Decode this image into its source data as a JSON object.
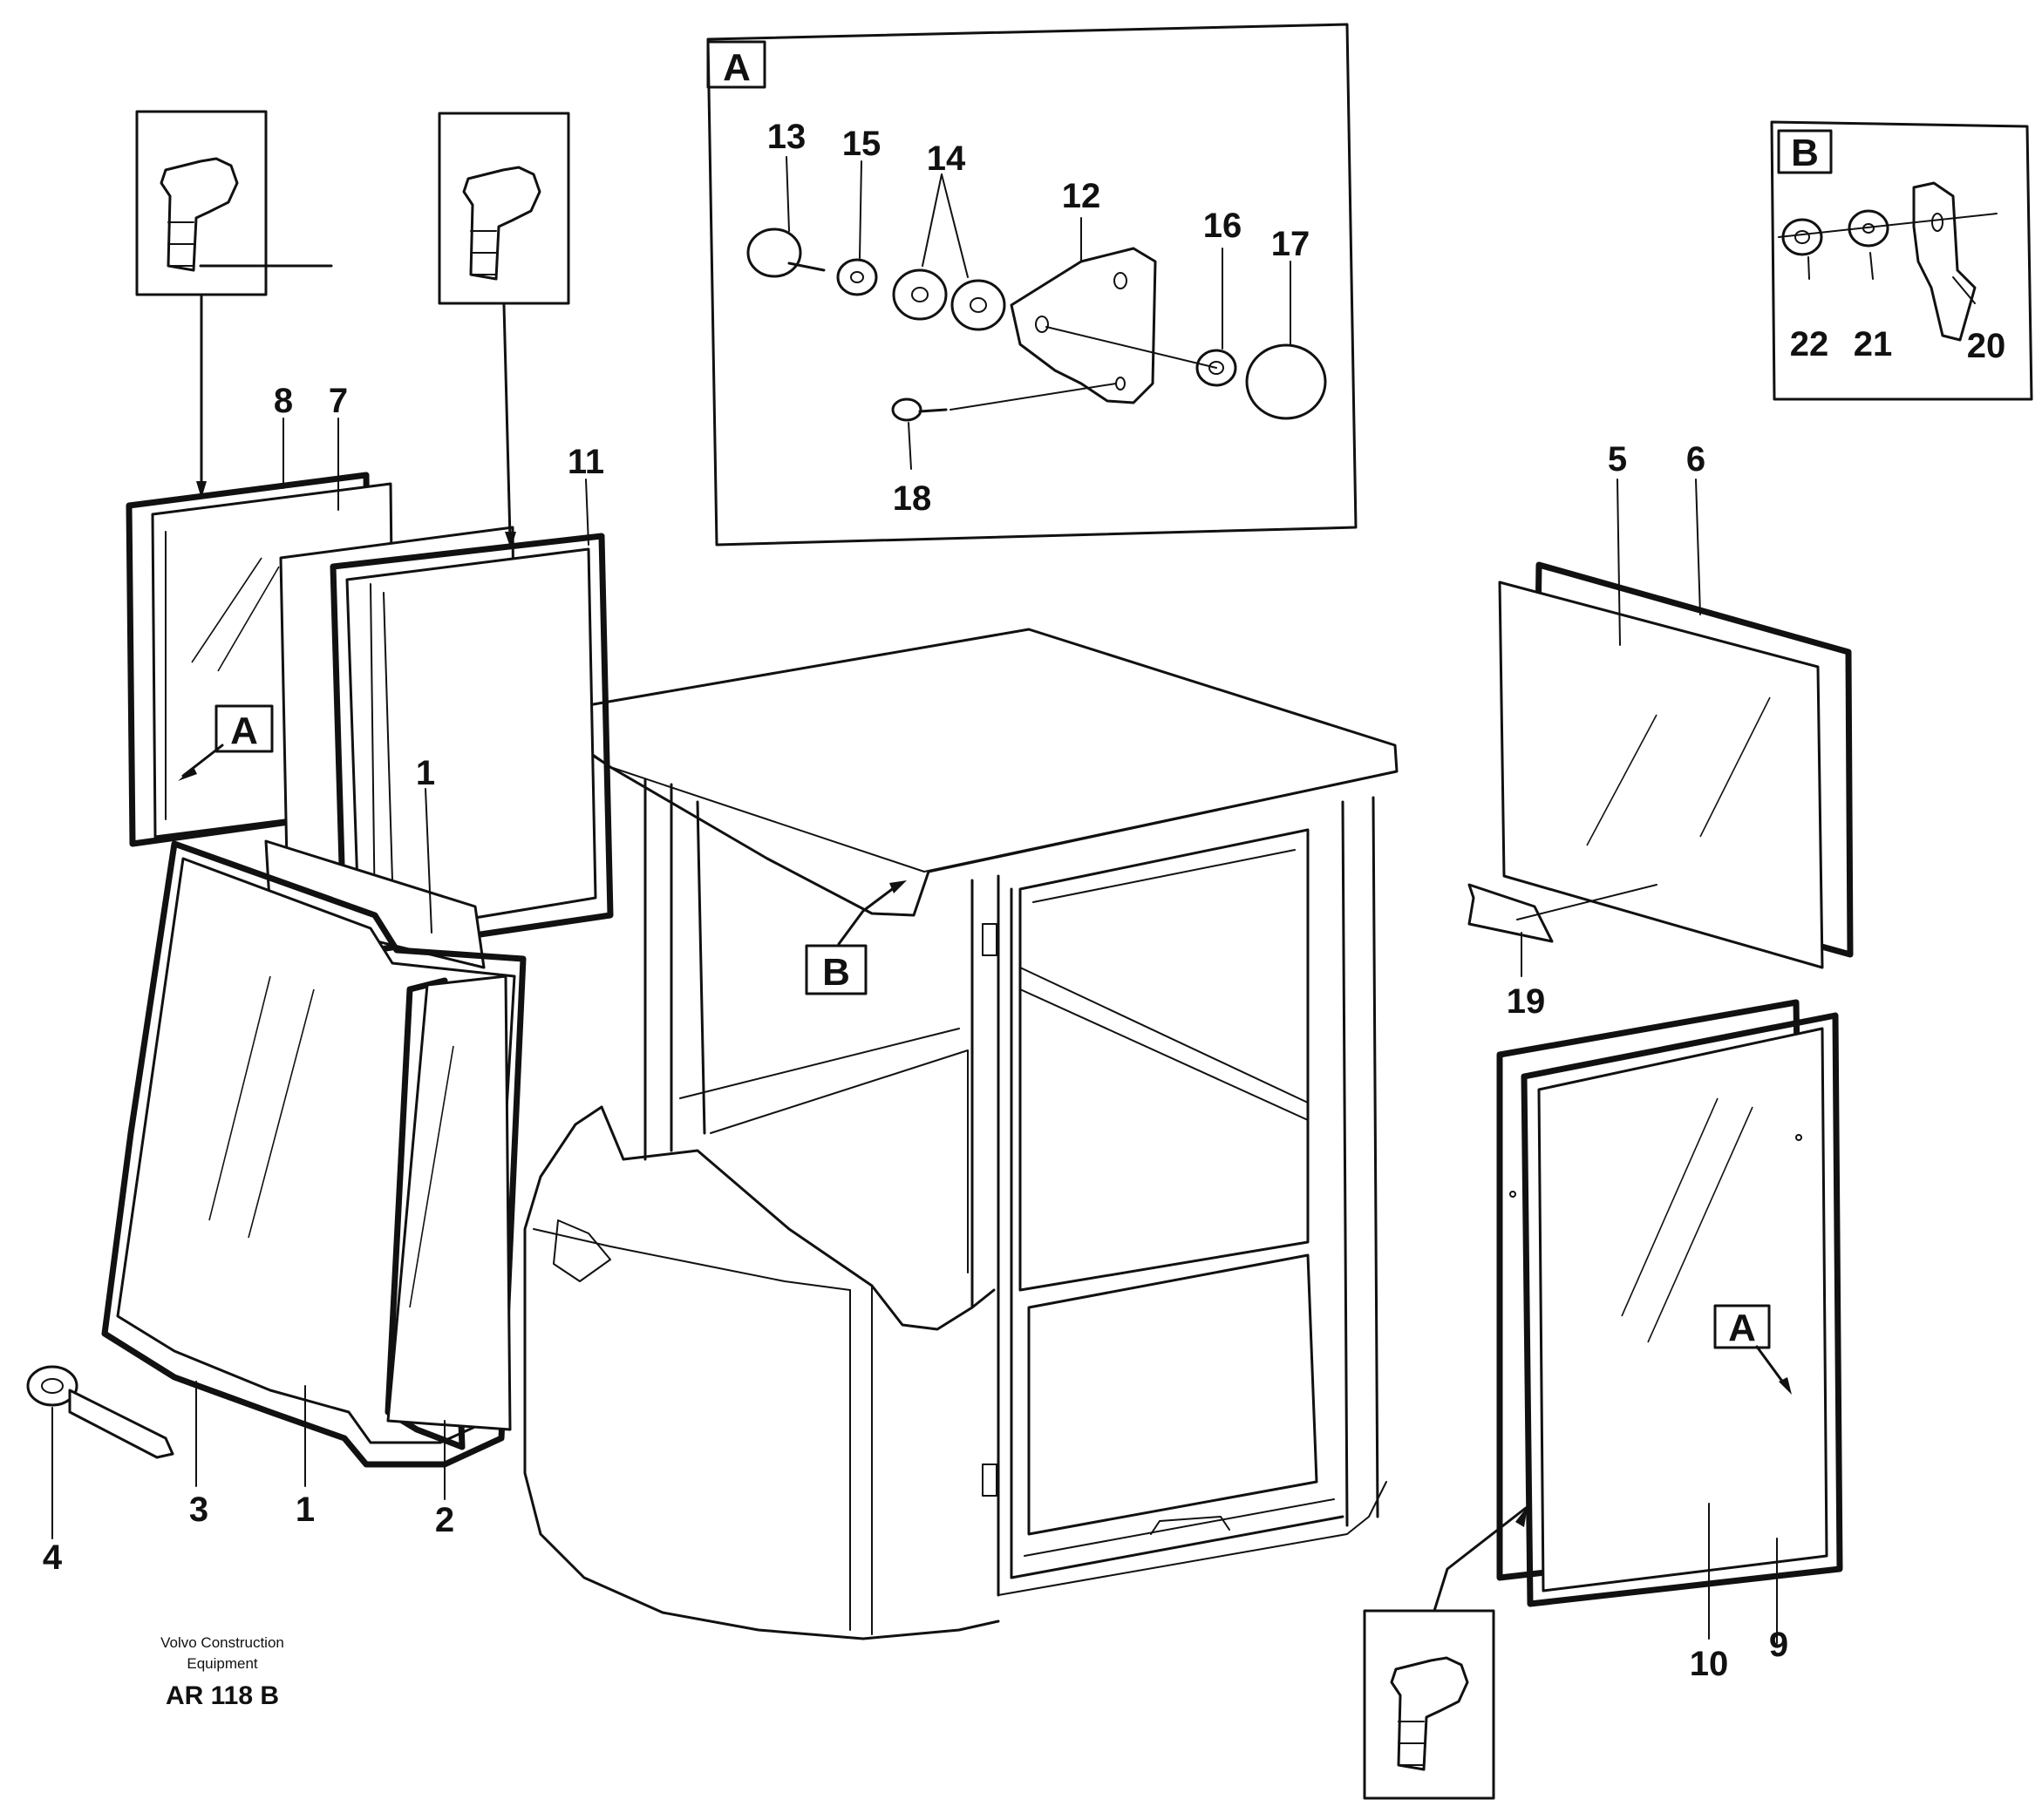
{
  "labels": {
    "n1": "1",
    "n2": "2",
    "n3": "3",
    "n4": "4",
    "n5": "5",
    "n6": "6",
    "n7": "7",
    "n8": "8",
    "n9": "9",
    "n10": "10",
    "n11": "11",
    "n12": "12",
    "n13": "13",
    "n14": "14",
    "n15": "15",
    "n16": "16",
    "n17": "17",
    "n18": "18",
    "n19": "19",
    "n20": "20",
    "n21": "21",
    "n22": "22"
  },
  "detail_tags": {
    "a": "A",
    "b": "B"
  },
  "footer": {
    "company_line1": "Volvo Construction",
    "company_line2": "Equipment",
    "drawing_code": "AR 118 B"
  }
}
